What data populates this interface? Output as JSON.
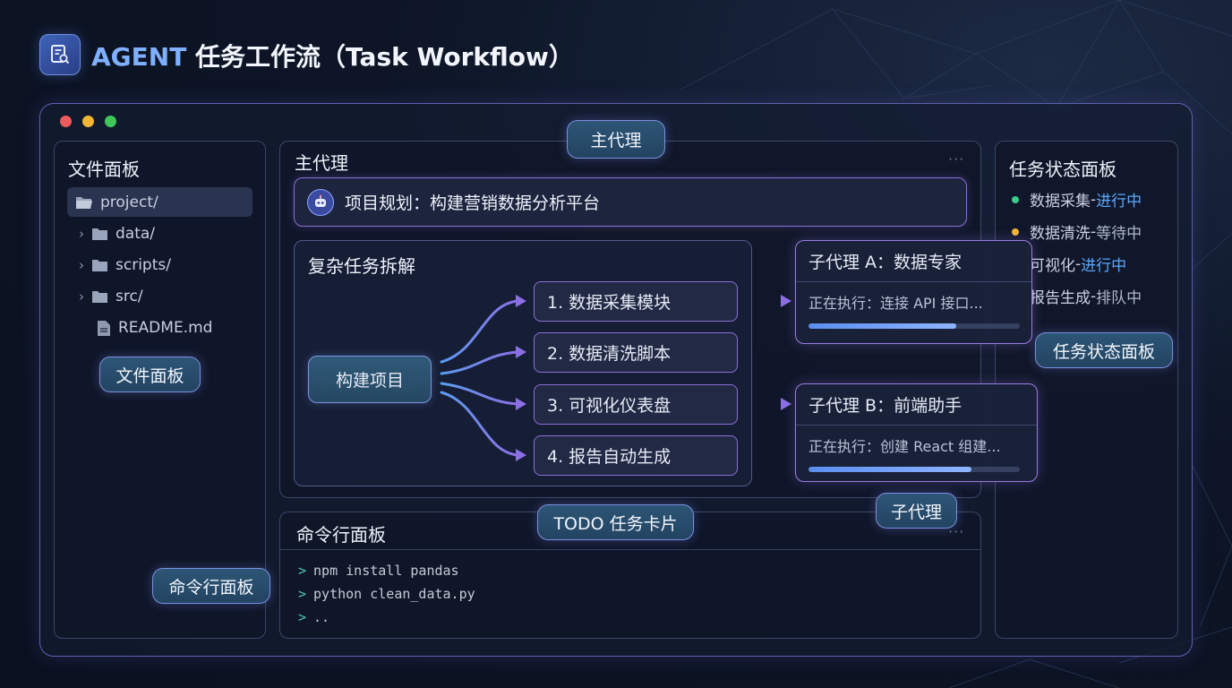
{
  "header": {
    "title_accent": "AGENT",
    "title_rest": " 任务工作流（Task Workflow）",
    "icon": "document-search-icon"
  },
  "window_controls": {
    "close_color": "#ee5b5b",
    "minimize_color": "#f2b632",
    "maximize_color": "#3fc75a"
  },
  "file_panel": {
    "title": "文件面板",
    "items": [
      {
        "label": "project/",
        "icon": "folder-open-icon"
      },
      {
        "label": "data/",
        "icon": "folder-icon"
      },
      {
        "label": "scripts/",
        "icon": "folder-icon"
      },
      {
        "label": "src/",
        "icon": "folder-icon"
      },
      {
        "label": "README.md",
        "icon": "file-icon"
      }
    ],
    "badge": "文件面板"
  },
  "main_agent": {
    "badge": "主代理",
    "title": "主代理",
    "more": "···",
    "plan": "项目规划：构建营销数据分析平台"
  },
  "decomposition": {
    "title": "复杂任务拆解",
    "root": "构建项目",
    "tasks": [
      "1. 数据采集模块",
      "2. 数据清洗脚本",
      "3. 可视化仪表盘",
      "4. 报告自动生成"
    ]
  },
  "sub_agents": [
    {
      "name": "子代理 A：数据专家",
      "status": "正在执行：连接 API 接口...",
      "progress": 0.7
    },
    {
      "name": "子代理 B：前端助手",
      "status": "正在执行：创建 React 组建...",
      "progress": 0.77
    }
  ],
  "sub_agent_badge": "子代理",
  "status_panel": {
    "title": "任务状态面板",
    "items": [
      {
        "label": "数据采集",
        "sep": " - ",
        "state": "进行中",
        "dot_color": "#3cc98a",
        "state_color": "#5aa8ff"
      },
      {
        "label": "数据清洗",
        "sep": " - ",
        "state": "等待中",
        "dot_color": "#f2b632",
        "state_color": "#aeb7c9"
      },
      {
        "label": "可视化",
        "sep": "   - ",
        "state": "进行中",
        "dot_color": "",
        "state_color": "#5aa8ff"
      },
      {
        "label": "报告生成",
        "sep": " - ",
        "state": "排队中",
        "dot_color": "",
        "state_color": "#aeb7c9"
      }
    ],
    "badge": "任务状态面板"
  },
  "terminal": {
    "title": "命令行面板",
    "more": "···",
    "lines": [
      {
        "prompt": ">",
        "text": "npm install pandas"
      },
      {
        "prompt": ">",
        "text": "python clean_data.py"
      },
      {
        "prompt": ">",
        "text": ".."
      }
    ],
    "badge": "命令行面板"
  },
  "todo_badge": "TODO 任务卡片"
}
